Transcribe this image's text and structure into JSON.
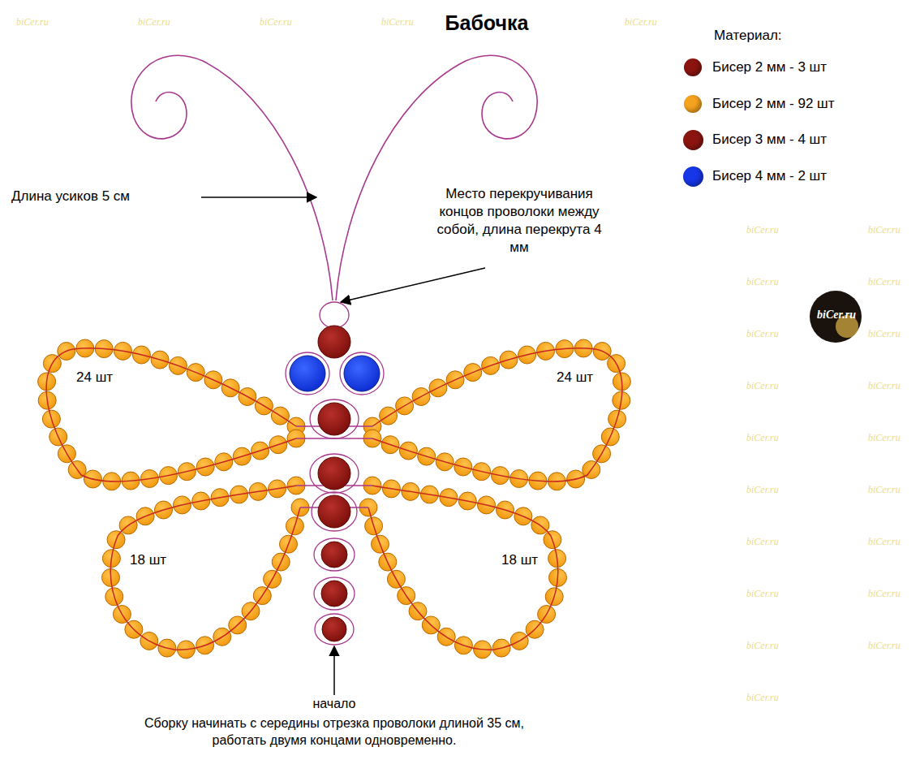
{
  "diagram": {
    "title": "Бабочка",
    "labels": [
      "Длина усиков 5 см",
      "Место перекручивания концов проволоки между собой, длина перекрута 4 мм",
      "24 шт",
      "24 шт",
      "18 шт",
      "18 шт",
      "начало",
      "Сборку начинать с середины отрезка проволоки длиной 35 см, работать двумя концами одновременно.",
      "Материал:",
      "biCer.ru",
      "biCer.ru",
      "biCer.ru",
      "biCer.ru",
      "biCer.ru",
      "biCer.ru",
      "biCer.ru",
      "biCer.ru",
      "biCer.ru",
      "biCer.ru",
      "biCer.ru",
      "biCer.ru",
      "biCer.ru",
      "biCer.ru",
      "biCer.ru",
      "biCer.ru",
      "biCer.ru",
      "biCer.ru",
      "biCer.ru",
      "biCer.ru",
      "biCer.ru",
      "biCer.ru",
      "biCer.ru",
      "biCer.ru",
      "biCer.ru"
    ],
    "legend": [
      {
        "text": "Бисер 2 мм - 3 шт",
        "color": "#8b1410"
      },
      {
        "text": "Бисер 2 мм - 92 шт",
        "color": "#f5a21e"
      },
      {
        "text": "Бисер 3 мм - 4 шт",
        "color": "#8b1410"
      },
      {
        "text": "Бисер 4 мм - 2 шт",
        "color": "#1636e8"
      }
    ]
  }
}
